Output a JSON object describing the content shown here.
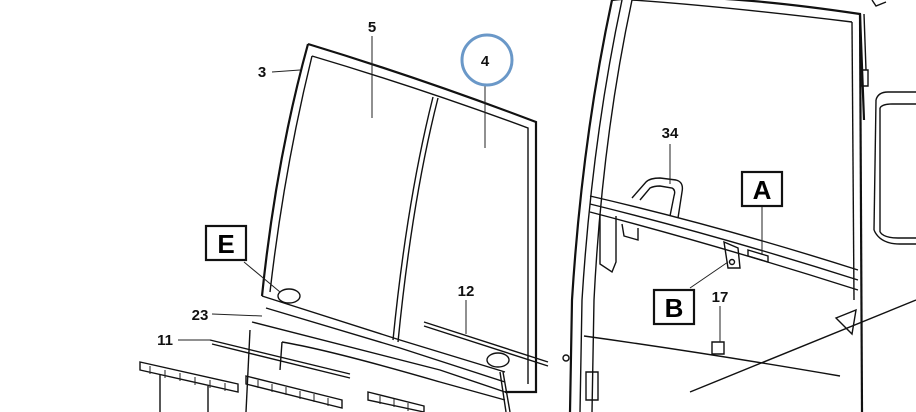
{
  "labels": {
    "n5": "5",
    "n4": "4",
    "n3": "3",
    "n34": "34",
    "nA": "A",
    "nE": "E",
    "nB": "B",
    "n17": "17",
    "n12": "12",
    "n23": "23",
    "n11": "11"
  },
  "colors": {
    "highlight_circle": "#6a98c8",
    "line": "#111111",
    "background": "#ffffff"
  }
}
